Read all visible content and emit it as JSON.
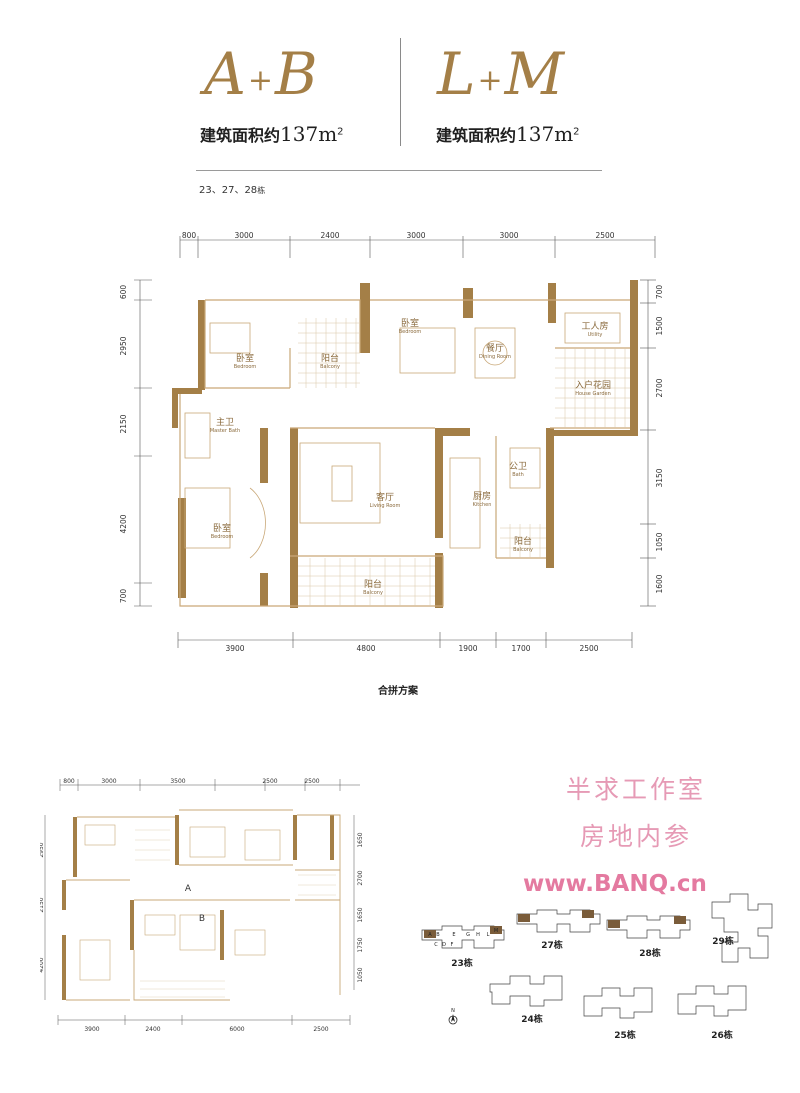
{
  "header": {
    "left_code": "A",
    "left_code_b": "B",
    "right_code": "L",
    "right_code_b": "M",
    "plus": "+",
    "area_label": "建筑面积约",
    "area_value": "137",
    "area_unit": "m",
    "area_sup": "2",
    "buildings": "23、27、28",
    "buildings_suffix": "栋"
  },
  "main_plan": {
    "top_dims": [
      "800",
      "3000",
      "2400",
      "3000",
      "3000",
      "2500"
    ],
    "bottom_dims": [
      "3900",
      "4800",
      "1900",
      "1700",
      "2500"
    ],
    "left_dims": [
      "600",
      "2950",
      "2150",
      "4200",
      "700"
    ],
    "right_dims": [
      "700",
      "1500",
      "2700",
      "3150",
      "1050",
      "1600"
    ],
    "rooms": [
      {
        "cn": "卧室",
        "en": "Bedroom"
      },
      {
        "cn": "阳台",
        "en": "Balcony"
      },
      {
        "cn": "卧室",
        "en": "Bedroom"
      },
      {
        "cn": "餐厅",
        "en": "Dining Room"
      },
      {
        "cn": "工人房",
        "en": "Utility"
      },
      {
        "cn": "入户花园",
        "en": "House Garden"
      },
      {
        "cn": "主卫",
        "en": "Master Bath"
      },
      {
        "cn": "客厅",
        "en": "Living Room"
      },
      {
        "cn": "公卫",
        "en": "Bath"
      },
      {
        "cn": "厨房",
        "en": "Kitchen"
      },
      {
        "cn": "阳台",
        "en": "Balcony"
      },
      {
        "cn": "卧室",
        "en": "Bedroom"
      },
      {
        "cn": "阳台",
        "en": "Balcony"
      }
    ],
    "caption": "合拼方案"
  },
  "small_plan": {
    "top_dims": [
      "800",
      "3000",
      "3500",
      "2500",
      "2500"
    ],
    "bottom_dims": [
      "3900",
      "2400",
      "6000",
      "2500"
    ],
    "left_dims": [
      "2950",
      "2150",
      "4200"
    ],
    "right_dims": [
      "1650",
      "2700",
      "1650",
      "1750",
      "1050"
    ],
    "unit_a": "A",
    "unit_b": "B"
  },
  "watermark": {
    "line1": "半求工作室",
    "line2": "房地内参",
    "url": "www.BANQ.cn"
  },
  "site_plan": {
    "north": "N",
    "buildings": [
      "23栋",
      "27栋",
      "28栋",
      "29栋",
      "24栋",
      "25栋",
      "26栋"
    ],
    "unit_letters_23": [
      "A",
      "B",
      "C",
      "D",
      "E",
      "F",
      "G",
      "H",
      "L",
      "M"
    ]
  },
  "colors": {
    "wall": "#a47f47",
    "accent": "#c9a878",
    "watermark": "#e69ab5"
  }
}
